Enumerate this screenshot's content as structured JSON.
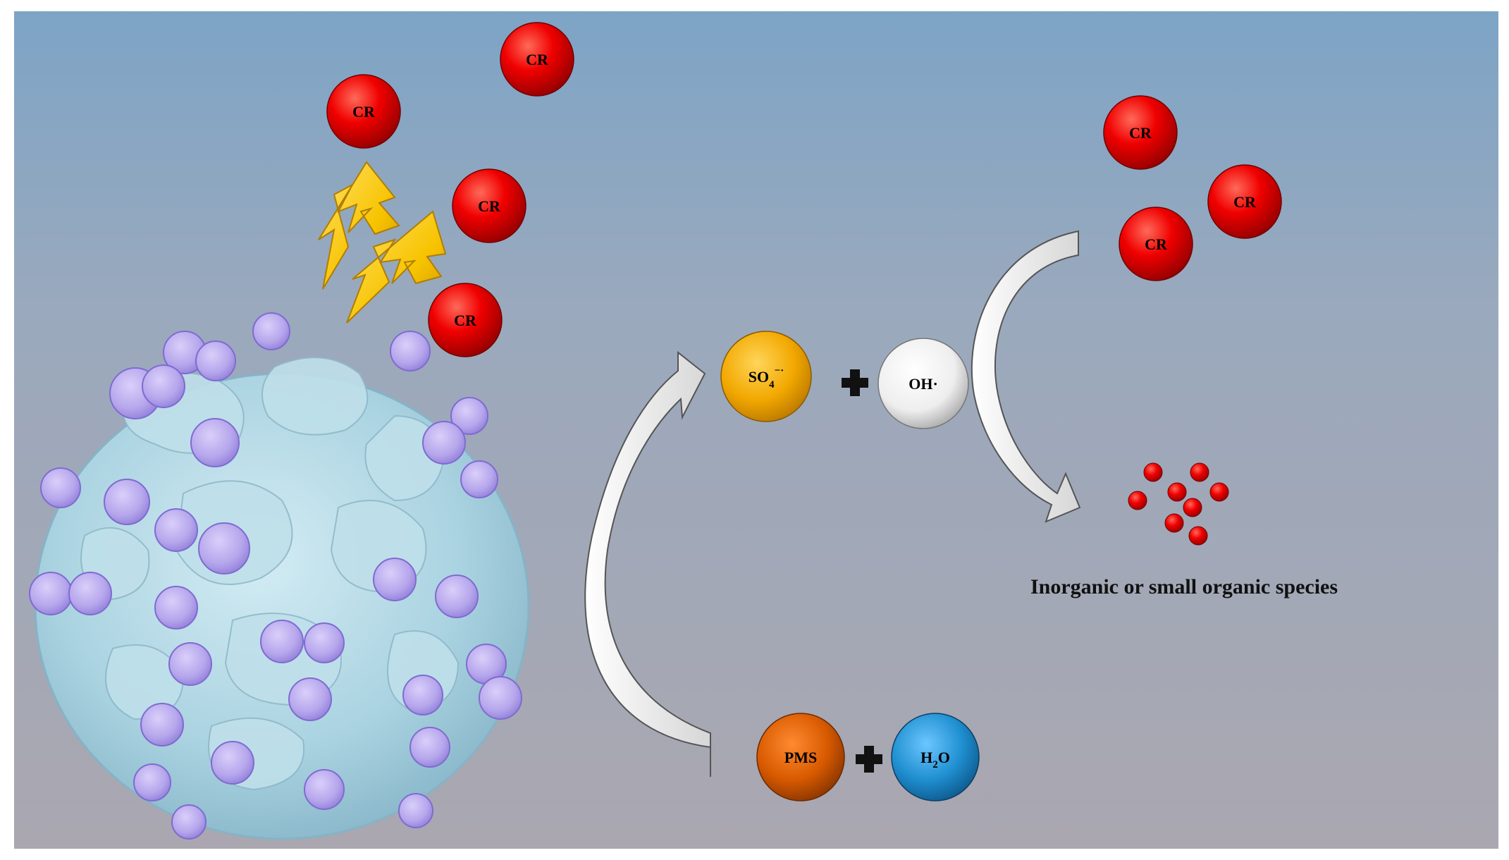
{
  "molecules": {
    "cr_label": "CR",
    "so4_label": "SO",
    "so4_sub": "4",
    "so4_sup": "−·",
    "oh_label": "OH·",
    "pms_label": "PMS",
    "h2o_label_a": "H",
    "h2o_sub": "2",
    "h2o_label_b": "O"
  },
  "caption": "Inorganic or small organic species",
  "colors": {
    "background_top": "#7ea4c6",
    "background_bottom": "#a9a7b1",
    "cr_red": "#e00000",
    "so4_orange": "#f2a800",
    "oh_white": "#f0f0f0",
    "pms_orange": "#d85a00",
    "h2o_blue": "#1f8fd0",
    "catalyst_body": "#a9d4e2",
    "catalyst_particles": "#b8a9ea",
    "lightning": "#f7c300"
  }
}
